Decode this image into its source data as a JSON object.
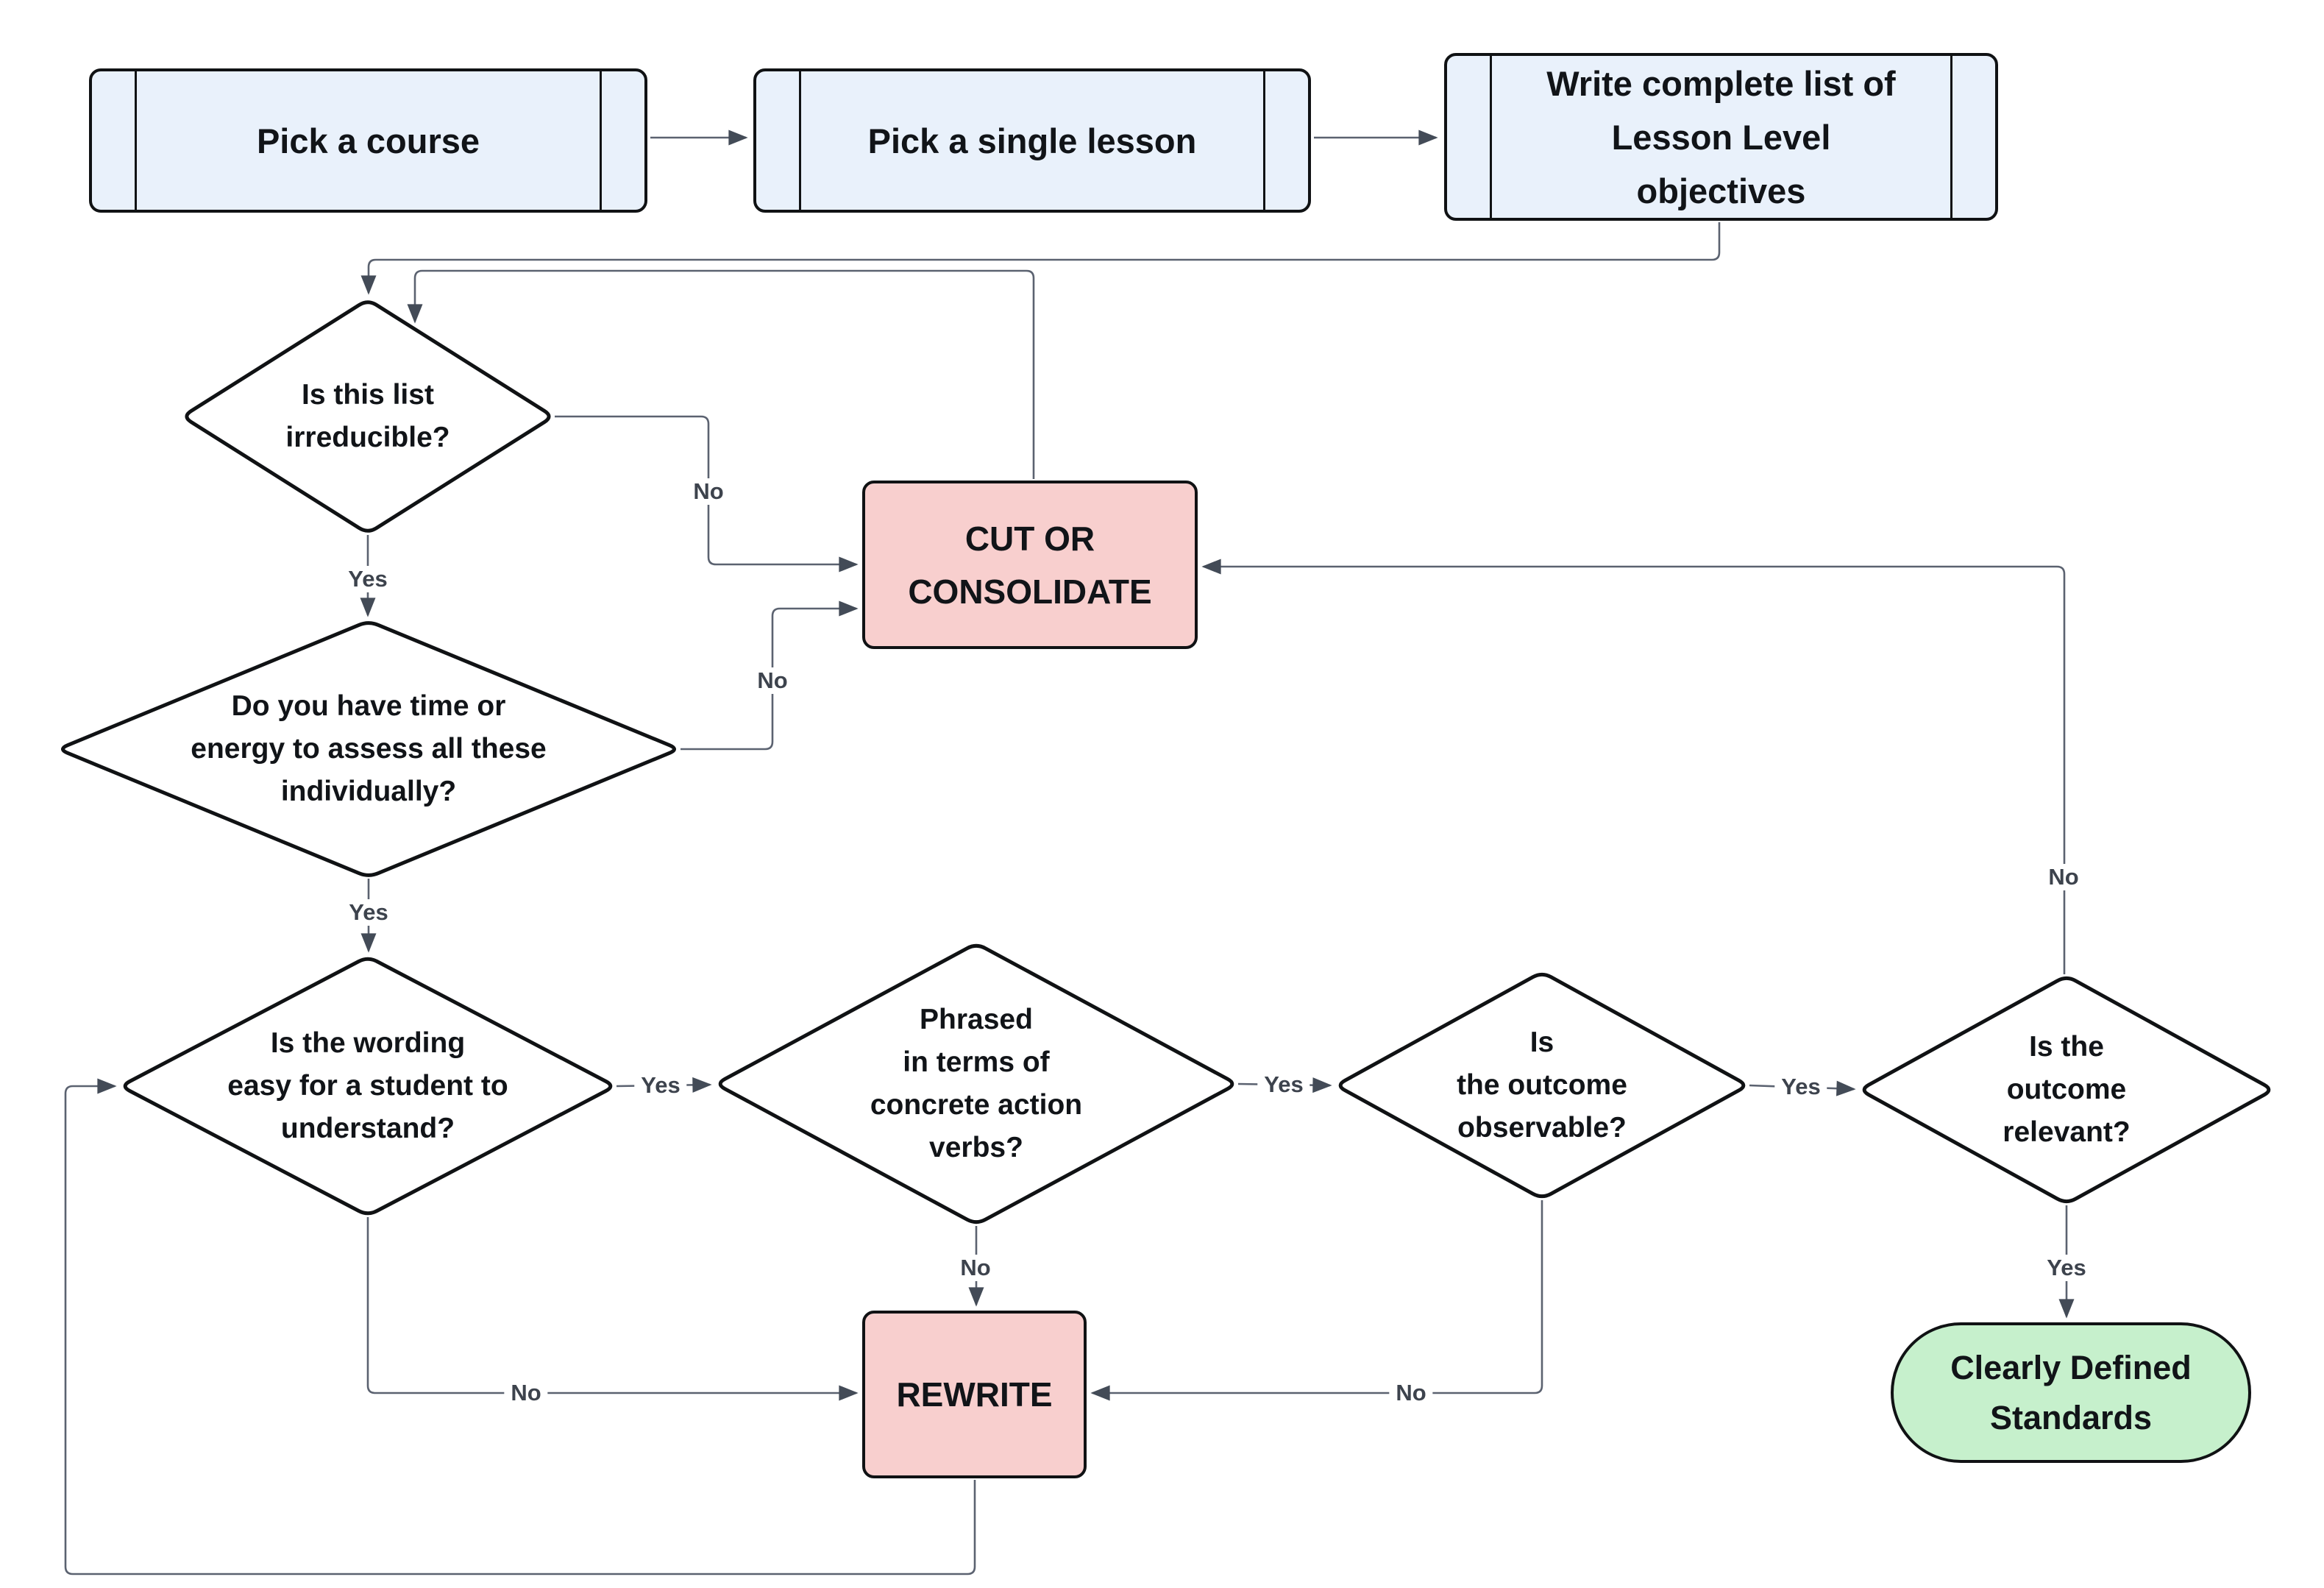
{
  "nodes": {
    "pick_course": {
      "lines": [
        "Pick a course"
      ]
    },
    "pick_lesson": {
      "lines": [
        "Pick a single lesson"
      ]
    },
    "write_list": {
      "lines": [
        "Write complete list of",
        "Lesson Level",
        "objectives"
      ]
    },
    "irreducible": {
      "lines": [
        "Is this list",
        "irreducible?"
      ]
    },
    "cut": {
      "lines": [
        "CUT OR",
        "CONSOLIDATE"
      ]
    },
    "time_energy": {
      "lines": [
        "Do you have time or",
        "energy to assess all these",
        "individually?"
      ]
    },
    "wording": {
      "lines": [
        "Is the wording",
        "easy for a student to",
        "understand?"
      ]
    },
    "phrased": {
      "lines": [
        "Phrased",
        "in terms of",
        "concrete action",
        "verbs?"
      ]
    },
    "observable": {
      "lines": [
        "Is",
        "the outcome",
        "observable?"
      ]
    },
    "relevant": {
      "lines": [
        "Is the",
        "outcome",
        "relevant?"
      ]
    },
    "rewrite": {
      "lines": [
        "REWRITE"
      ]
    },
    "standards": {
      "lines": [
        "Clearly Defined",
        "Standards"
      ]
    }
  },
  "edge_labels": {
    "irreducible_yes": "Yes",
    "irreducible_no": "No",
    "time_yes": "Yes",
    "time_no": "No",
    "wording_yes": "Yes",
    "wording_no": "No",
    "phrased_yes": "Yes",
    "phrased_no": "No",
    "observable_yes": "Yes",
    "observable_no": "No",
    "relevant_yes": "Yes",
    "relevant_no": "No"
  },
  "colors": {
    "process_fill": "#e9f1fb",
    "action_fill": "#f8cfce",
    "terminal_fill": "#c6f0cc",
    "decision_fill": "#ffffff",
    "node_border": "#101214",
    "wire": "#5b6270",
    "arrowhead": "#434b57",
    "edge_label_text": "#3d434d"
  }
}
